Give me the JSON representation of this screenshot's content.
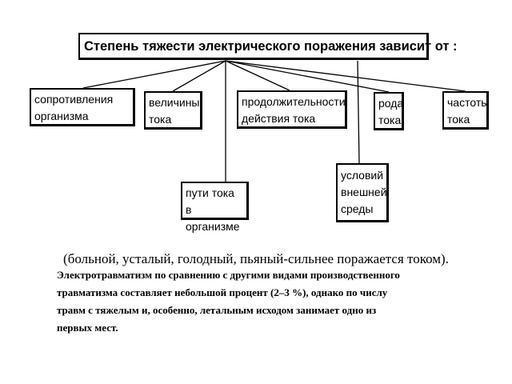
{
  "diagram": {
    "root": "Степень тяжести электрического поражения зависит от :",
    "factors": [
      "сопротивления\nорганизма",
      "величины\nтока",
      "продолжительности\nдействия тока",
      "рода\nтока",
      "частоты\nтока",
      "пути тока\nв организме",
      "условий\nвнешней\nсреды"
    ]
  },
  "caption": "(больной, усталый, голодный, пьяный-сильнее поражается током).",
  "paragraph": [
    "Электротравматизм по сравнению с другими видами производственного",
    "травматизма составляет небольшой процент (2–3 %), однако по числу",
    "травм с тяжелым и, особенно, летальным  исходом занимает одно из",
    "первых мест."
  ]
}
